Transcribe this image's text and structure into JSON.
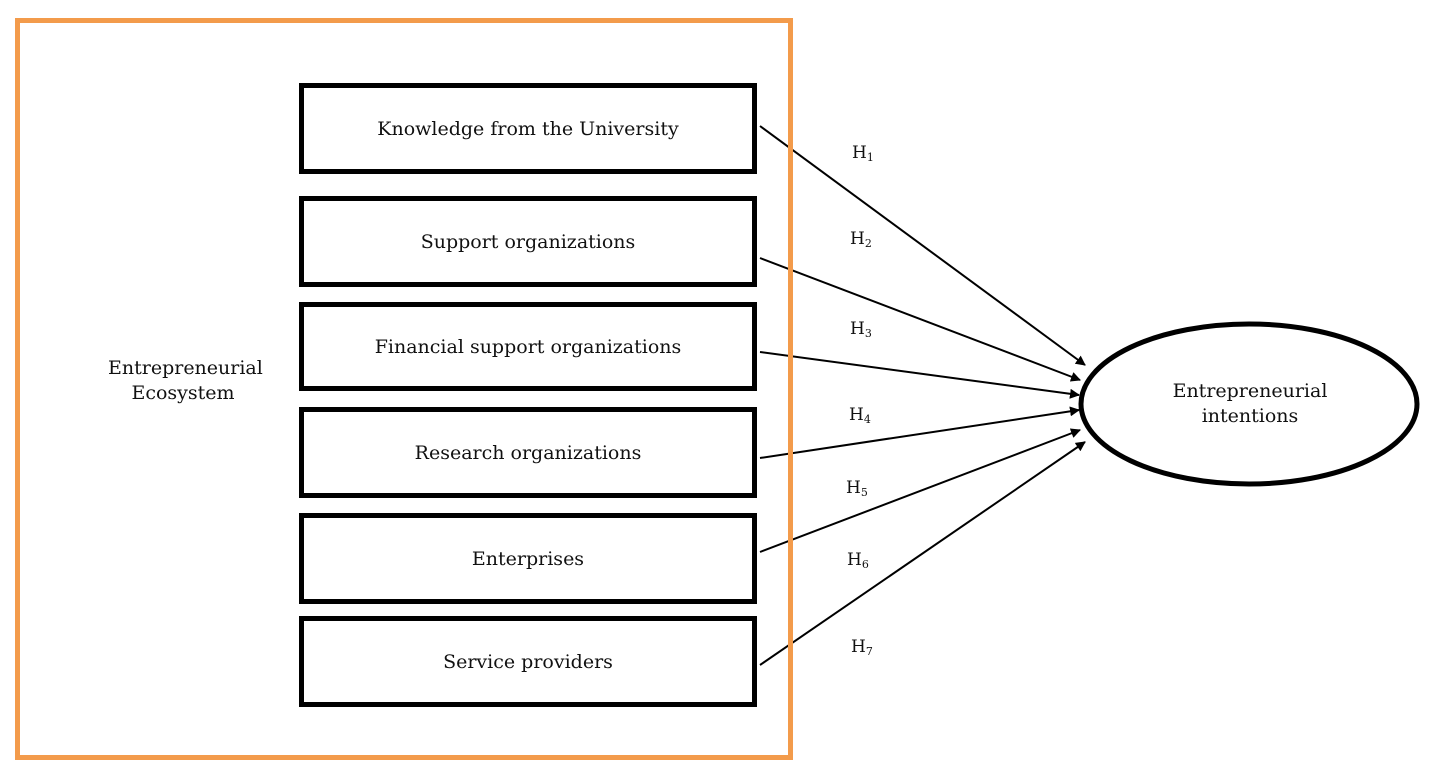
{
  "ecosystem": {
    "label": "Entrepreneurial\nEcosystem",
    "frame_color": "#f39b4b"
  },
  "factors": [
    {
      "label": "Knowledge from the University",
      "hypothesis": "H",
      "hypothesis_index": "1"
    },
    {
      "label": "Support organizations",
      "hypothesis": "H",
      "hypothesis_index": "2"
    },
    {
      "label": "Financial support organizations",
      "hypothesis": "H",
      "hypothesis_index": "3"
    },
    {
      "label": "Research organizations",
      "hypothesis": "H",
      "hypothesis_index": "4"
    },
    {
      "label": "Enterprises",
      "hypothesis": "H",
      "hypothesis_index": "5"
    },
    {
      "label": "Service providers",
      "hypothesis": "H",
      "hypothesis_index": "6"
    }
  ],
  "extra_hypothesis": {
    "hypothesis": "H",
    "hypothesis_index": "7"
  },
  "outcome": {
    "label": "Entrepreneurial\nintentions"
  }
}
